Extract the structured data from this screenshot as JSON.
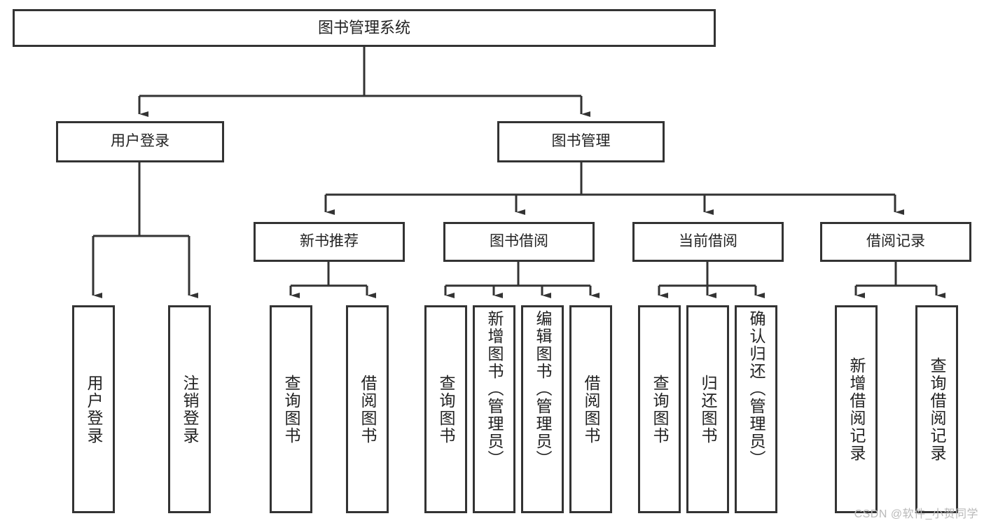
{
  "diagram": {
    "title": "图书管理系统",
    "watermark": "CSDN @软件_小贺同学",
    "colors": {
      "line": "#333333",
      "box_border": "#333333",
      "box_fill": "#ffffff",
      "text": "#222222",
      "watermark": "#b9b9b9",
      "background": "#ffffff"
    },
    "root": {
      "label": "图书管理系统"
    },
    "level2": [
      {
        "label": "用户登录"
      },
      {
        "label": "图书管理"
      }
    ],
    "level3": [
      {
        "label": "新书推荐"
      },
      {
        "label": "图书借阅"
      },
      {
        "label": "当前借阅"
      },
      {
        "label": "借阅记录"
      }
    ],
    "leaves": {
      "user_login": [
        {
          "label": "用户登录"
        },
        {
          "label": "注销登录"
        }
      ],
      "new_book_recommend": [
        {
          "label": "查询图书"
        },
        {
          "label": "借阅图书"
        }
      ],
      "book_borrow": [
        {
          "label": "查询图书"
        },
        {
          "label": "新增图书（管理员）"
        },
        {
          "label": "编辑图书（管理员）"
        },
        {
          "label": "借阅图书"
        }
      ],
      "current_borrow": [
        {
          "label": "查询图书"
        },
        {
          "label": "归还图书"
        },
        {
          "label": "确认归还（管理员）"
        }
      ],
      "borrow_records": [
        {
          "label": "新增借阅记录"
        },
        {
          "label": "查询借阅记录"
        }
      ]
    }
  }
}
